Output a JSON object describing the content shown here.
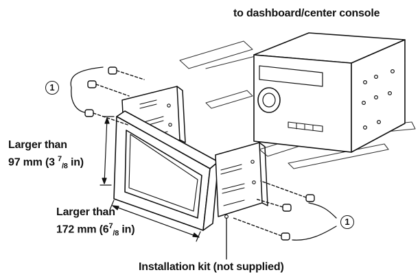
{
  "labels": {
    "dashboard": "to dashboard/center console",
    "height_line1": "Larger than",
    "height_line2_pre": "97 mm (3 ",
    "height_frac_num": "7",
    "height_frac_den": "/8",
    "height_line2_post": " in)",
    "width_line1": "Larger than",
    "width_line2_pre": "172 mm (6",
    "width_frac_num": "7",
    "width_frac_den": "/8",
    "width_line2_post": " in)",
    "kit": "Installation kit (not supplied)"
  },
  "callouts": {
    "screws_left": "1",
    "screws_right": "1"
  }
}
